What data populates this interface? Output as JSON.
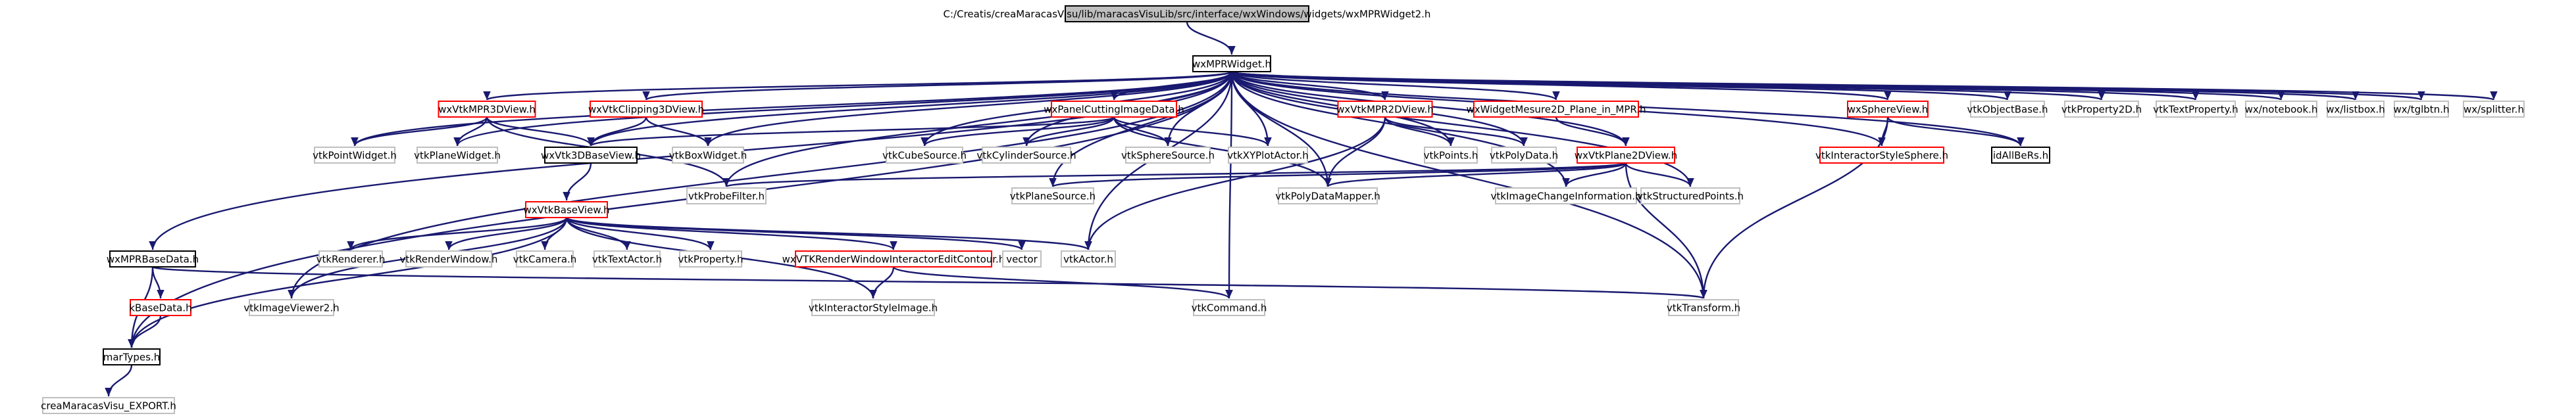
{
  "diagram": {
    "kind": "include-dependency-graph",
    "colors": {
      "root_fill": "#bfbfbf",
      "edge": "#191970",
      "border_black": "#000000",
      "border_red": "#ff0000",
      "border_gray": "#bfbfbf"
    },
    "nodes": [
      {
        "id": "root",
        "label": "C:/Creatis/creaMaracasVisu/lib/maracasVisuLib/src/interface/wxWindows/widgets/wxMPRWidget2.h",
        "style": "root"
      },
      {
        "id": "wxMPRWidget",
        "label": "wxMPRWidget.h",
        "style": "black"
      },
      {
        "id": "wxVtkMPR3DView",
        "label": "wxVtkMPR3DView.h",
        "style": "red"
      },
      {
        "id": "wxVtkClipping3DView",
        "label": "wxVtkClipping3DView.h",
        "style": "red"
      },
      {
        "id": "wxPanelCutting",
        "label": "wxPanelCuttingImageData.h",
        "style": "red"
      },
      {
        "id": "wxVtkMPR2DView",
        "label": "wxVtkMPR2DView.h",
        "style": "red"
      },
      {
        "id": "wxWidgetMesure",
        "label": "wxWidgetMesure2D_Plane_in_MPR.h",
        "style": "red"
      },
      {
        "id": "wxSphereView",
        "label": "wxSphereView.h",
        "style": "red"
      },
      {
        "id": "vtkObjectBase",
        "label": "vtkObjectBase.h",
        "style": "gray"
      },
      {
        "id": "vtkProperty2D",
        "label": "vtkProperty2D.h",
        "style": "gray"
      },
      {
        "id": "vtkTextProperty",
        "label": "vtkTextProperty.h",
        "style": "gray"
      },
      {
        "id": "wxnotebook",
        "label": "wx/notebook.h",
        "style": "gray"
      },
      {
        "id": "wxlistbox",
        "label": "wx/listbox.h",
        "style": "gray"
      },
      {
        "id": "wxtglbtn",
        "label": "wx/tglbtn.h",
        "style": "gray"
      },
      {
        "id": "wxsplitter",
        "label": "wx/splitter.h",
        "style": "gray"
      },
      {
        "id": "vtkPointWidget",
        "label": "vtkPointWidget.h",
        "style": "gray"
      },
      {
        "id": "vtkPlaneWidget",
        "label": "vtkPlaneWidget.h",
        "style": "gray"
      },
      {
        "id": "wxVtk3DBaseView",
        "label": "wxVtk3DBaseView.h",
        "style": "black"
      },
      {
        "id": "vtkBoxWidget",
        "label": "vtkBoxWidget.h",
        "style": "gray"
      },
      {
        "id": "vtkCubeSource",
        "label": "vtkCubeSource.h",
        "style": "gray"
      },
      {
        "id": "vtkCylinderSource",
        "label": "vtkCylinderSource.h",
        "style": "gray"
      },
      {
        "id": "vtkSphereSource",
        "label": "vtkSphereSource.h",
        "style": "gray"
      },
      {
        "id": "vtkXYPlotActor",
        "label": "vtkXYPlotActor.h",
        "style": "gray"
      },
      {
        "id": "vtkPoints",
        "label": "vtkPoints.h",
        "style": "gray"
      },
      {
        "id": "vtkPolyData",
        "label": "vtkPolyData.h",
        "style": "gray"
      },
      {
        "id": "vtkInteractorStyleSphere",
        "label": "vtkInteractorStyleSphere.h",
        "style": "red"
      },
      {
        "id": "idAllBeRs",
        "label": "idAllBeRs.h",
        "style": "black"
      },
      {
        "id": "wxVtkPlane2DView",
        "label": "wxVtkPlane2DView.h",
        "style": "red"
      },
      {
        "id": "vtkProbeFilter",
        "label": "vtkProbeFilter.h",
        "style": "gray"
      },
      {
        "id": "vtkPlaneSource",
        "label": "vtkPlaneSource.h",
        "style": "gray"
      },
      {
        "id": "vtkPolyDataMapper",
        "label": "vtkPolyDataMapper.h",
        "style": "gray"
      },
      {
        "id": "vtkImageChangeInformation",
        "label": "vtkImageChangeInformation.h",
        "style": "gray"
      },
      {
        "id": "vtkStructuredPoints",
        "label": "vtkStructuredPoints.h",
        "style": "gray"
      },
      {
        "id": "wxVtkBaseView",
        "label": "wxVtkBaseView.h",
        "style": "red"
      },
      {
        "id": "wxMPRBaseData",
        "label": "wxMPRBaseData.h",
        "style": "black"
      },
      {
        "id": "vtkRenderer",
        "label": "vtkRenderer.h",
        "style": "gray"
      },
      {
        "id": "vtkRenderWindow",
        "label": "vtkRenderWindow.h",
        "style": "gray"
      },
      {
        "id": "vtkCamera",
        "label": "vtkCamera.h",
        "style": "gray"
      },
      {
        "id": "vtkTextActor",
        "label": "vtkTextActor.h",
        "style": "gray"
      },
      {
        "id": "vtkProperty",
        "label": "vtkProperty.h",
        "style": "gray"
      },
      {
        "id": "wxVTKRenderWindowInteractorEditContour",
        "label": "wxVTKRenderWindowInteractorEditContour.h",
        "style": "red"
      },
      {
        "id": "vector",
        "label": "vector",
        "style": "gray"
      },
      {
        "id": "vtkActor",
        "label": "vtkActor.h",
        "style": "gray"
      },
      {
        "id": "kBaseData",
        "label": "kBaseData.h",
        "style": "red"
      },
      {
        "id": "vtkImageViewer2",
        "label": "vtkImageViewer2.h",
        "style": "gray"
      },
      {
        "id": "vtkInteractorStyleImage",
        "label": "vtkInteractorStyleImage.h",
        "style": "gray"
      },
      {
        "id": "vtkCommand",
        "label": "vtkCommand.h",
        "style": "gray"
      },
      {
        "id": "vtkTransform",
        "label": "vtkTransform.h",
        "style": "gray"
      },
      {
        "id": "marTypes",
        "label": "marTypes.h",
        "style": "black"
      },
      {
        "id": "creaMaracasVisu_EXPORT",
        "label": "creaMaracasVisu_EXPORT.h",
        "style": "gray"
      }
    ],
    "edges": [
      {
        "from": "root",
        "to": "wxMPRWidget"
      },
      {
        "from": "wxMPRWidget",
        "to": "wxVtkMPR3DView"
      },
      {
        "from": "wxMPRWidget",
        "to": "wxVtkClipping3DView"
      },
      {
        "from": "wxMPRWidget",
        "to": "wxPanelCutting"
      },
      {
        "from": "wxMPRWidget",
        "to": "wxVtkMPR2DView"
      },
      {
        "from": "wxMPRWidget",
        "to": "wxWidgetMesure"
      },
      {
        "from": "wxMPRWidget",
        "to": "wxSphereView"
      },
      {
        "from": "wxMPRWidget",
        "to": "vtkObjectBase"
      },
      {
        "from": "wxMPRWidget",
        "to": "vtkProperty2D"
      },
      {
        "from": "wxMPRWidget",
        "to": "vtkTextProperty"
      },
      {
        "from": "wxMPRWidget",
        "to": "wxnotebook"
      },
      {
        "from": "wxMPRWidget",
        "to": "wxlistbox"
      },
      {
        "from": "wxMPRWidget",
        "to": "wxtglbtn"
      },
      {
        "from": "wxMPRWidget",
        "to": "wxsplitter"
      },
      {
        "from": "wxMPRWidget",
        "to": "vtkPointWidget"
      },
      {
        "from": "wxMPRWidget",
        "to": "vtkPlaneWidget"
      },
      {
        "from": "wxMPRWidget",
        "to": "wxVtk3DBaseView"
      },
      {
        "from": "wxMPRWidget",
        "to": "vtkBoxWidget"
      },
      {
        "from": "wxMPRWidget",
        "to": "vtkCubeSource"
      },
      {
        "from": "wxMPRWidget",
        "to": "vtkCylinderSource"
      },
      {
        "from": "wxMPRWidget",
        "to": "vtkSphereSource"
      },
      {
        "from": "wxMPRWidget",
        "to": "vtkXYPlotActor"
      },
      {
        "from": "wxMPRWidget",
        "to": "vtkPoints"
      },
      {
        "from": "wxMPRWidget",
        "to": "vtkPolyData"
      },
      {
        "from": "wxMPRWidget",
        "to": "vtkInteractorStyleSphere"
      },
      {
        "from": "wxMPRWidget",
        "to": "idAllBeRs"
      },
      {
        "from": "wxMPRWidget",
        "to": "wxVtkPlane2DView"
      },
      {
        "from": "wxMPRWidget",
        "to": "vtkProbeFilter"
      },
      {
        "from": "wxMPRWidget",
        "to": "vtkPlaneSource"
      },
      {
        "from": "wxMPRWidget",
        "to": "vtkPolyDataMapper"
      },
      {
        "from": "wxMPRWidget",
        "to": "vtkImageChangeInformation"
      },
      {
        "from": "wxMPRWidget",
        "to": "vtkStructuredPoints"
      },
      {
        "from": "wxMPRWidget",
        "to": "wxMPRBaseData"
      },
      {
        "from": "wxMPRWidget",
        "to": "vtkImageViewer2"
      },
      {
        "from": "wxMPRWidget",
        "to": "vtkActor"
      },
      {
        "from": "wxMPRWidget",
        "to": "vtkCommand"
      },
      {
        "from": "wxMPRWidget",
        "to": "vtkTransform"
      },
      {
        "from": "wxMPRWidget",
        "to": "marTypes"
      },
      {
        "from": "wxVtkMPR3DView",
        "to": "vtkPointWidget"
      },
      {
        "from": "wxVtkMPR3DView",
        "to": "vtkPlaneWidget"
      },
      {
        "from": "wxVtkMPR3DView",
        "to": "wxVtk3DBaseView"
      },
      {
        "from": "wxVtkMPR3DView",
        "to": "vtkProbeFilter"
      },
      {
        "from": "wxVtkClipping3DView",
        "to": "wxVtk3DBaseView"
      },
      {
        "from": "wxVtkClipping3DView",
        "to": "vtkBoxWidget"
      },
      {
        "from": "wxPanelCutting",
        "to": "wxVtk3DBaseView"
      },
      {
        "from": "wxPanelCutting",
        "to": "vtkCubeSource"
      },
      {
        "from": "wxPanelCutting",
        "to": "vtkCylinderSource"
      },
      {
        "from": "wxPanelCutting",
        "to": "vtkSphereSource"
      },
      {
        "from": "wxPanelCutting",
        "to": "vtkXYPlotActor"
      },
      {
        "from": "wxPanelCutting",
        "to": "vtkPolyDataMapper"
      },
      {
        "from": "wxVtkMPR2DView",
        "to": "vtkPoints"
      },
      {
        "from": "wxVtkMPR2DView",
        "to": "vtkPolyData"
      },
      {
        "from": "wxVtkMPR2DView",
        "to": "vtkPolyDataMapper"
      },
      {
        "from": "wxVtkMPR2DView",
        "to": "vtkActor"
      },
      {
        "from": "wxWidgetMesure",
        "to": "wxVtkPlane2DView"
      },
      {
        "from": "wxSphereView",
        "to": "vtkInteractorStyleSphere"
      },
      {
        "from": "wxSphereView",
        "to": "idAllBeRs"
      },
      {
        "from": "wxSphereView",
        "to": "vtkTransform"
      },
      {
        "from": "wxVtk3DBaseView",
        "to": "wxVtkBaseView"
      },
      {
        "from": "wxVtkPlane2DView",
        "to": "vtkProbeFilter"
      },
      {
        "from": "wxVtkPlane2DView",
        "to": "vtkPlaneSource"
      },
      {
        "from": "wxVtkPlane2DView",
        "to": "vtkPolyDataMapper"
      },
      {
        "from": "wxVtkPlane2DView",
        "to": "vtkImageChangeInformation"
      },
      {
        "from": "wxVtkPlane2DView",
        "to": "vtkStructuredPoints"
      },
      {
        "from": "wxVtkPlane2DView",
        "to": "vtkTransform"
      },
      {
        "from": "wxVtkBaseView",
        "to": "vtkRenderer"
      },
      {
        "from": "wxVtkBaseView",
        "to": "vtkRenderWindow"
      },
      {
        "from": "wxVtkBaseView",
        "to": "vtkCamera"
      },
      {
        "from": "wxVtkBaseView",
        "to": "vtkTextActor"
      },
      {
        "from": "wxVtkBaseView",
        "to": "vtkProperty"
      },
      {
        "from": "wxVtkBaseView",
        "to": "wxVTKRenderWindowInteractorEditContour"
      },
      {
        "from": "wxVtkBaseView",
        "to": "vector"
      },
      {
        "from": "wxVtkBaseView",
        "to": "vtkActor"
      },
      {
        "from": "wxVtkBaseView",
        "to": "vtkImageViewer2"
      },
      {
        "from": "wxVtkBaseView",
        "to": "vtkInteractorStyleImage"
      },
      {
        "from": "wxVtkBaseView",
        "to": "marTypes"
      },
      {
        "from": "wxVTKRenderWindowInteractorEditContour",
        "to": "vtkInteractorStyleImage"
      },
      {
        "from": "wxVTKRenderWindowInteractorEditContour",
        "to": "vtkCommand"
      },
      {
        "from": "wxMPRBaseData",
        "to": "kBaseData"
      },
      {
        "from": "wxMPRBaseData",
        "to": "marTypes"
      },
      {
        "from": "wxMPRBaseData",
        "to": "vtkTransform"
      },
      {
        "from": "kBaseData",
        "to": "marTypes"
      },
      {
        "from": "marTypes",
        "to": "creaMaracasVisu_EXPORT"
      }
    ]
  }
}
